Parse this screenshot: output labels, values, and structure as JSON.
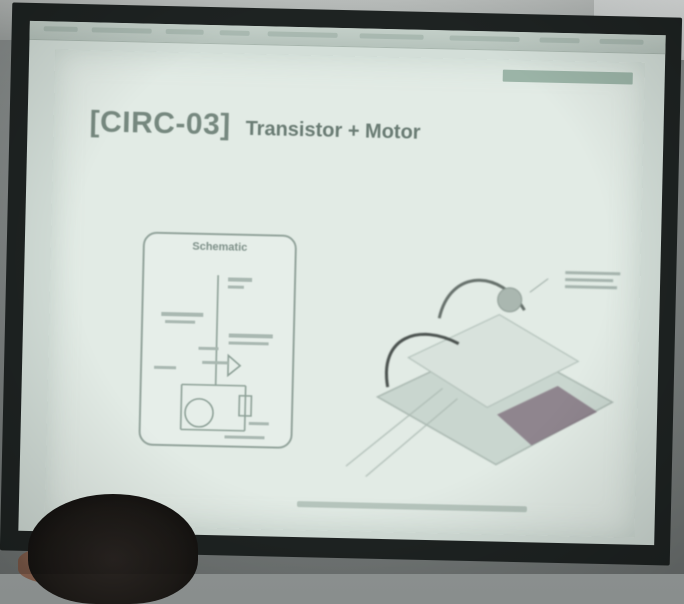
{
  "slide": {
    "title_code": "[CIRC-03]",
    "title_main": "Transistor + Motor",
    "schematic_title": "Schematic"
  },
  "colors": {
    "screen_background": "#d3ded8",
    "slide_background": "#e2ebe5",
    "title_text": "#76887f",
    "frame": "#1e2322"
  },
  "icons": {
    "motor": "motor-symbol",
    "diode": "diode-symbol",
    "transistor": "transistor-symbol"
  }
}
